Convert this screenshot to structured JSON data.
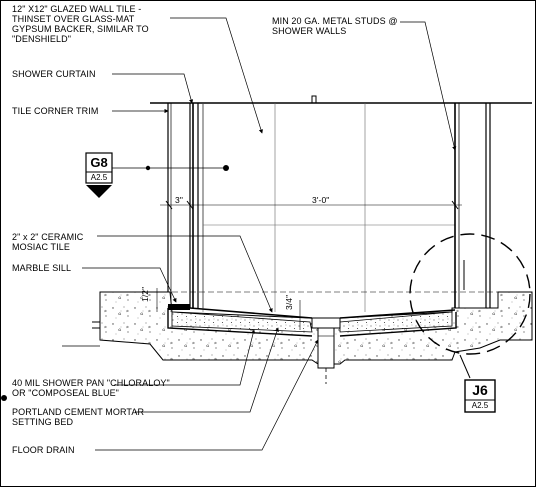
{
  "notes": {
    "wall_tile": "12\" X12\" GLAZED WALL TILE -\nTHINSET OVER GLASS-MAT\nGYPSUM BACKER, SIMILAR TO\n\"DENSHIELD\"",
    "metal_studs": "MIN 20 GA. METAL STUDS @\nSHOWER WALLS",
    "shower_curtain": "SHOWER CURTAIN",
    "tile_corner_trim": "TILE CORNER TRIM",
    "mosaic_tile": "2\" x 2\" CERAMIC\nMOSIAC TILE",
    "marble_sill": "MARBLE SILL",
    "shower_pan": "40 MIL SHOWER PAN \"CHLORALOY\"\nOR \"COMPOSEAL BLUE\"",
    "mortar_bed": "PORTLAND CEMENT MORTAR\nSETTING BED",
    "floor_drain": "FLOOR DRAIN"
  },
  "dimensions": {
    "curb_width": "3\"",
    "shower_width": "3'-0\"",
    "curb_height": "1/2\"",
    "slope_drop": "3/4\""
  },
  "callouts": {
    "detail_g8": {
      "code": "G8",
      "sheet": "A2.5"
    },
    "detail_j6": {
      "code": "J6",
      "sheet": "A2.5"
    }
  }
}
